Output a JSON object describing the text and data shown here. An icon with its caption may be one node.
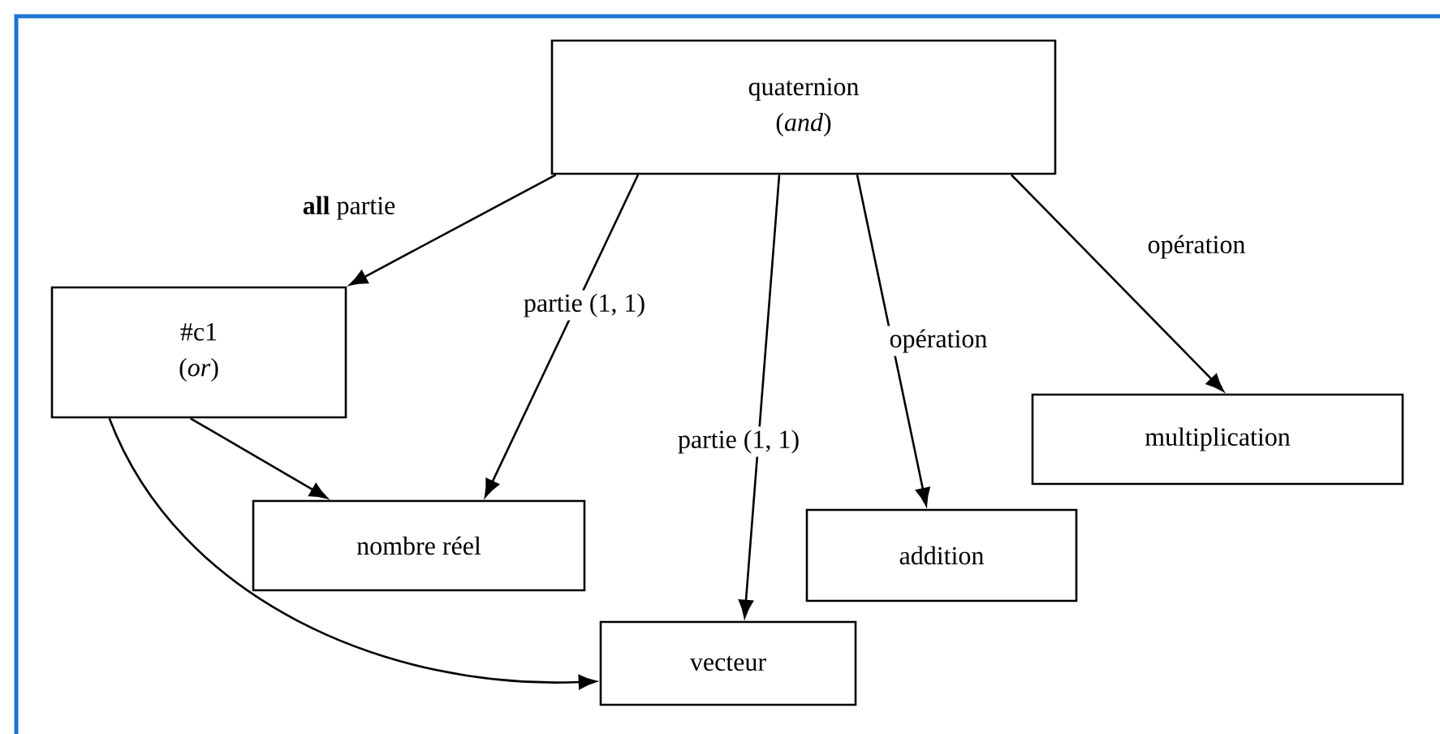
{
  "diagram": {
    "nodes": [
      {
        "text": [
          "quaternion",
          "(*and*)"
        ]
      },
      {
        "text": [
          "#c1",
          "(*or*)"
        ]
      },
      {
        "text": [
          "nombre réel"
        ]
      },
      {
        "text": [
          "vecteur"
        ]
      },
      {
        "text": [
          "addition"
        ]
      },
      {
        "text": [
          "multiplication"
        ]
      }
    ],
    "edges": [
      {
        "from": 0,
        "to": 1,
        "arrow": "to",
        "label": "**all** partie"
      },
      {
        "from": 0,
        "to": 2,
        "arrow": "to",
        "label": "partie (1, 1)"
      },
      {
        "from": 0,
        "to": 3,
        "arrow": "to",
        "label": "partie (1, 1)"
      },
      {
        "from": 0,
        "to": 4,
        "arrow": "to",
        "label": "opération"
      },
      {
        "from": 0,
        "to": 5,
        "arrow": "to",
        "label": "opération"
      },
      {
        "from": 1,
        "to": 2,
        "arrow": "to"
      },
      {
        "from": 1,
        "to": 3,
        "arrow": "to"
      }
    ]
  }
}
